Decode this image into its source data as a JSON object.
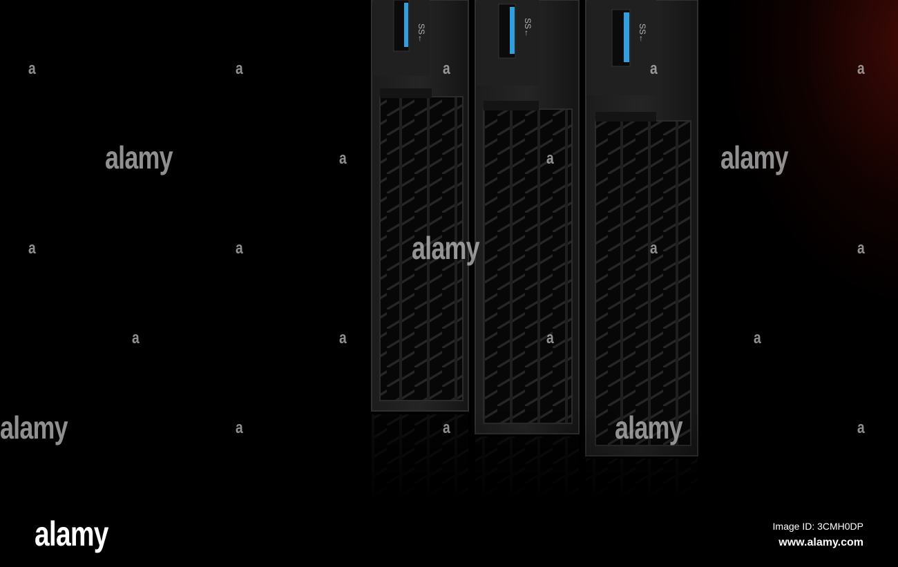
{
  "photo": {
    "subject": "three dark server/computer drive bays with USB 3.0 ports",
    "port_accent_color": "#2f9fe0",
    "usb_logo_text": "SS"
  },
  "watermark": {
    "word": "alamy",
    "letter": "a",
    "color": "#c8c8c8"
  },
  "footer": {
    "brand": "alamy",
    "image_id_label": "Image ID: 3CMH0DP",
    "site_url": "www.alamy.com"
  }
}
